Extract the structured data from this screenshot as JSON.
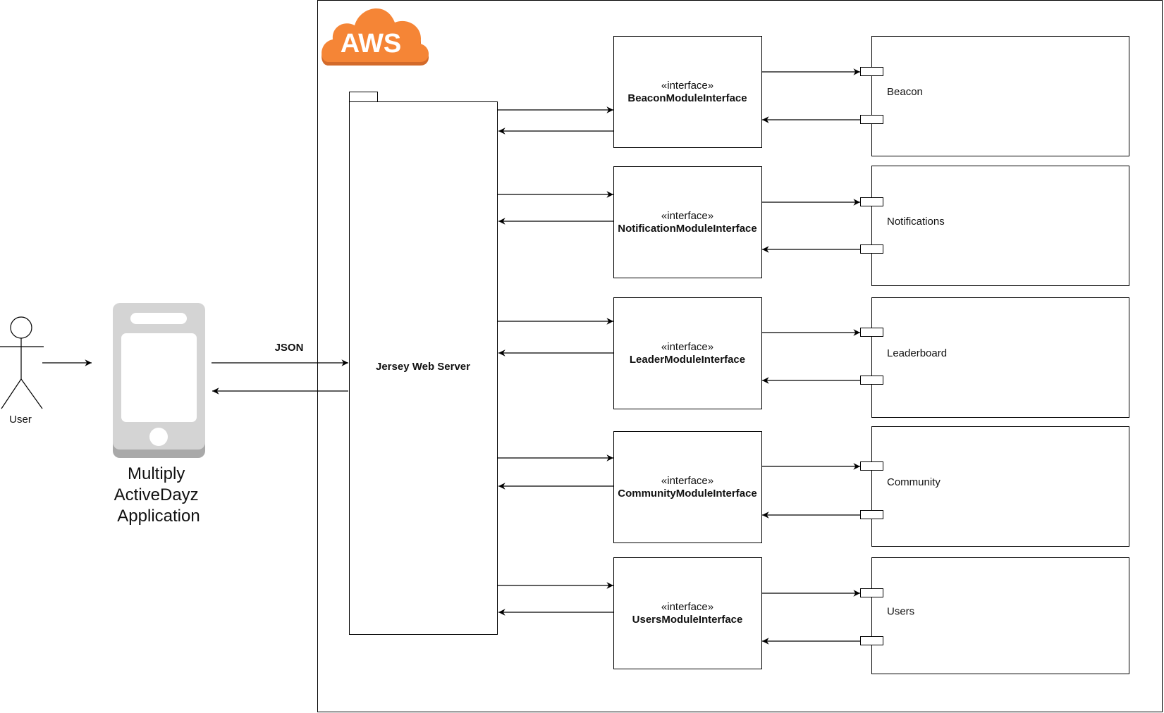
{
  "cloud": {
    "label": "AWS",
    "color": "#F58536",
    "shadow": "#D36A2A"
  },
  "actor": {
    "label": "User"
  },
  "device": {
    "label_lines": [
      "Multiply",
      "ActiveDayz",
      "Application"
    ],
    "color": "#D4D4D4"
  },
  "connection": {
    "label": "JSON"
  },
  "server": {
    "label": "Jersey Web Server"
  },
  "interfaces": [
    {
      "stereotype": "«interface»",
      "name": "BeaconModuleInterface"
    },
    {
      "stereotype": "«interface»",
      "name": "NotificationModuleInterface"
    },
    {
      "stereotype": "«interface»",
      "name": "LeaderModuleInterface"
    },
    {
      "stereotype": "«interface»",
      "name": "CommunityModuleInterface"
    },
    {
      "stereotype": "«interface»",
      "name": "UsersModuleInterface"
    }
  ],
  "modules": [
    {
      "name": "Beacon"
    },
    {
      "name": "Notifications"
    },
    {
      "name": "Leaderboard"
    },
    {
      "name": "Community"
    },
    {
      "name": "Users"
    }
  ]
}
